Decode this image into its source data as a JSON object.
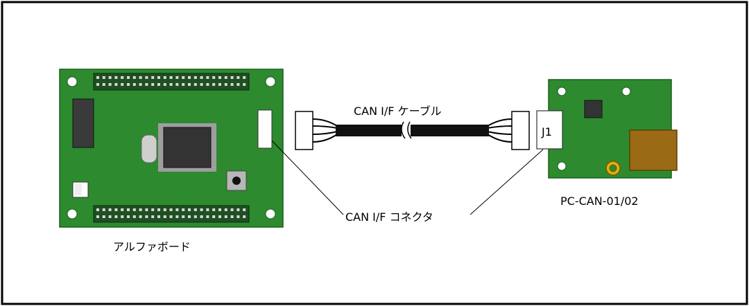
{
  "labels": {
    "alpha_board": "アルファボード",
    "can_cable": "CAN I/F ケーブル",
    "can_connector": "CAN I/F コネクタ",
    "pc_can": "PC-CAN-01/02",
    "j1": "J1"
  },
  "colors": {
    "pcb_green": "#2d8a2f",
    "pcb_dark": "#1a5e1c",
    "chip": "#3a3a3a",
    "usb_brown": "#9a6a14",
    "cable": "#111111",
    "connector_white": "#ffffff"
  }
}
